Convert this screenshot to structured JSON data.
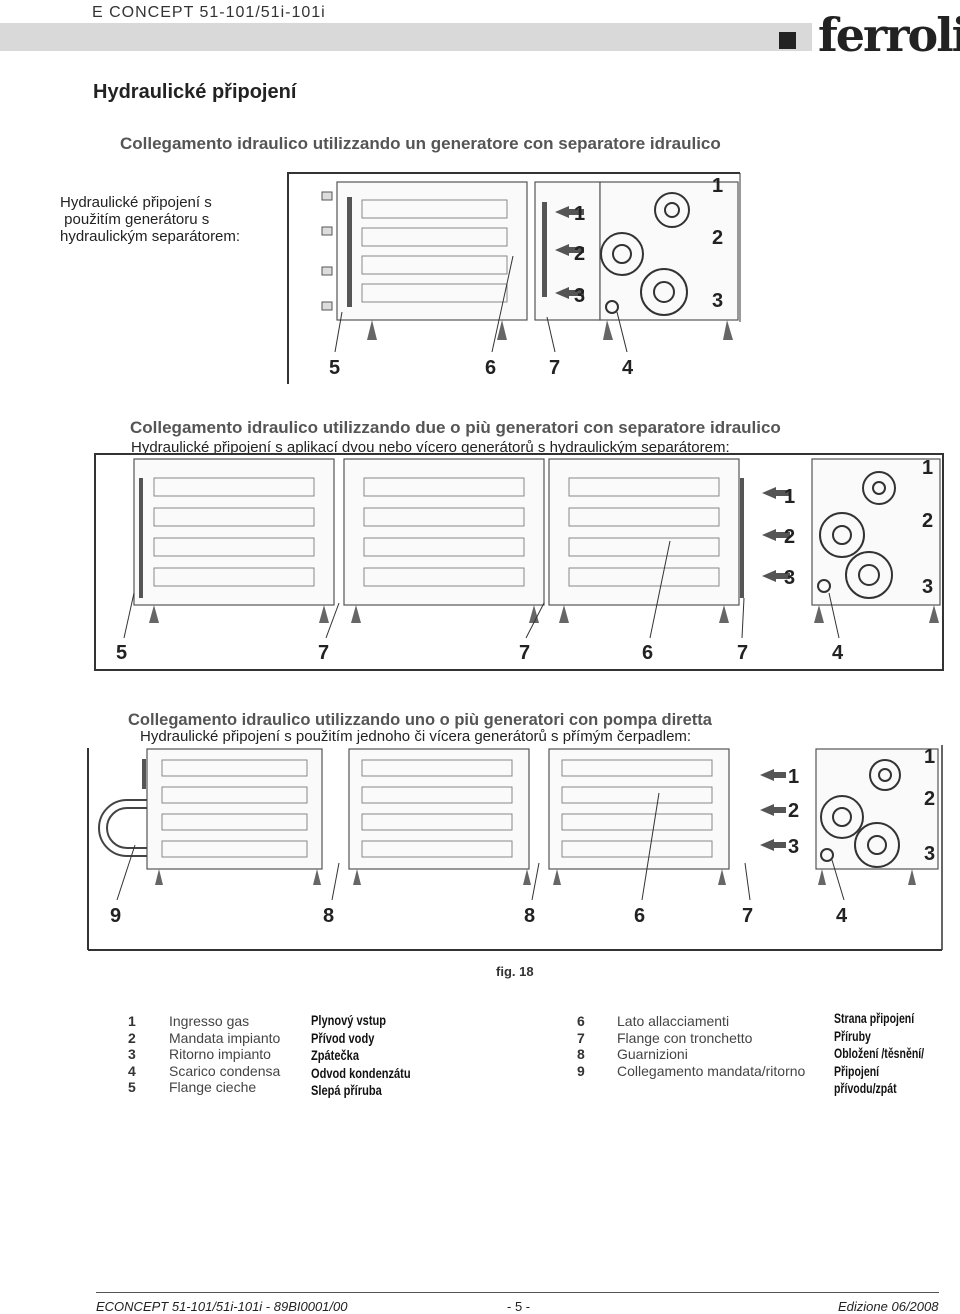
{
  "header": {
    "title": "E CONCEPT 51-101/51i-101i",
    "logo": "ferroli"
  },
  "page_title": "Hydraulické připojení",
  "sections": [
    {
      "it": "Collegamento idraulico utilizzando un generatore con separatore idraulico",
      "cz_lines": [
        "Hydraulické připojení s",
        " použitím generátoru s",
        "hydraulickým separátorem:"
      ],
      "diagram_labels": [
        "1",
        "2",
        "3",
        "1",
        "2",
        "3",
        "5",
        "6",
        "7",
        "4"
      ]
    },
    {
      "it": "Collegamento idraulico utilizzando due o più generatori con separatore idraulico",
      "cz": "Hydraulické připojení s aplikací dvou nebo vícero generátorů s hydraulickým separátorem:",
      "diagram_labels": [
        "1",
        "2",
        "3",
        "1",
        "2",
        "3",
        "5",
        "7",
        "7",
        "6",
        "7",
        "4"
      ]
    },
    {
      "it": "Collegamento idraulico utilizzando uno o più generatori con pompa diretta",
      "cz": "Hydraulické připojení s použitím jednoho či vícera generátorů s přímým čerpadlem:",
      "diagram_labels": [
        "1",
        "2",
        "3",
        "1",
        "2",
        "3",
        "9",
        "8",
        "8",
        "6",
        "7",
        "4"
      ]
    }
  ],
  "figure_label": "fig. 18",
  "legend_left": {
    "numbers": [
      "1",
      "2",
      "3",
      "4",
      "5"
    ],
    "it": [
      "Ingresso gas",
      "Mandata impianto",
      "Ritorno impianto",
      "Scarico condensa",
      "Flange cieche"
    ],
    "cz": [
      "Plynový vstup",
      "Přívod vody",
      "Zpátečka",
      "Odvod kondenzátu",
      "Slepá příruba"
    ]
  },
  "legend_right": {
    "numbers": [
      "6",
      "7",
      "8",
      "9"
    ],
    "it": [
      "Lato allacciamenti",
      "Flange con tronchetto",
      "Guarnizioni",
      "Collegamento mandata/ritorno"
    ],
    "cz": [
      "Strana připojení",
      "Příruby",
      "Obložení /těsnění/",
      "Připojení přívodu/zpát"
    ]
  },
  "footer": {
    "left": "ECONCEPT 51-101/51i-101i - 89BI0001/00",
    "center": "- 5 -",
    "right": "Edizione 06/2008"
  }
}
